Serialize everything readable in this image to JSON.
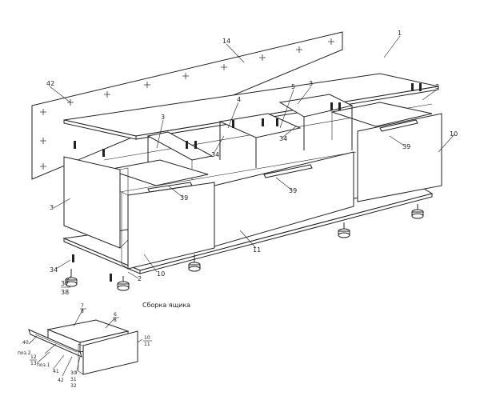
{
  "caption": "Сборка ящика",
  "parts": {
    "p1": "1",
    "p2": "2",
    "p3a": "3",
    "p3b": "3",
    "p3c": "3",
    "p3d": "3",
    "p4": "4",
    "p5": "5",
    "p10a": "10",
    "p10b": "10",
    "p11": "11",
    "p14": "14",
    "p34a": "34",
    "p34b": "34",
    "p34c": "34",
    "p37": "37",
    "p38": "38",
    "p39a": "39",
    "p39b": "39",
    "p39c": "39",
    "p42": "42"
  },
  "detail": {
    "d7": "7",
    "d8a": "8",
    "d6": "6",
    "d8b": "8",
    "d10": "10",
    "d11": "11",
    "d40": "40",
    "poz2": "поз.2",
    "d12": "12",
    "d13": "13",
    "poz1": "поз.1",
    "d41": "41",
    "d42": "42",
    "d30": "30",
    "d31": "31",
    "d32": "32"
  }
}
